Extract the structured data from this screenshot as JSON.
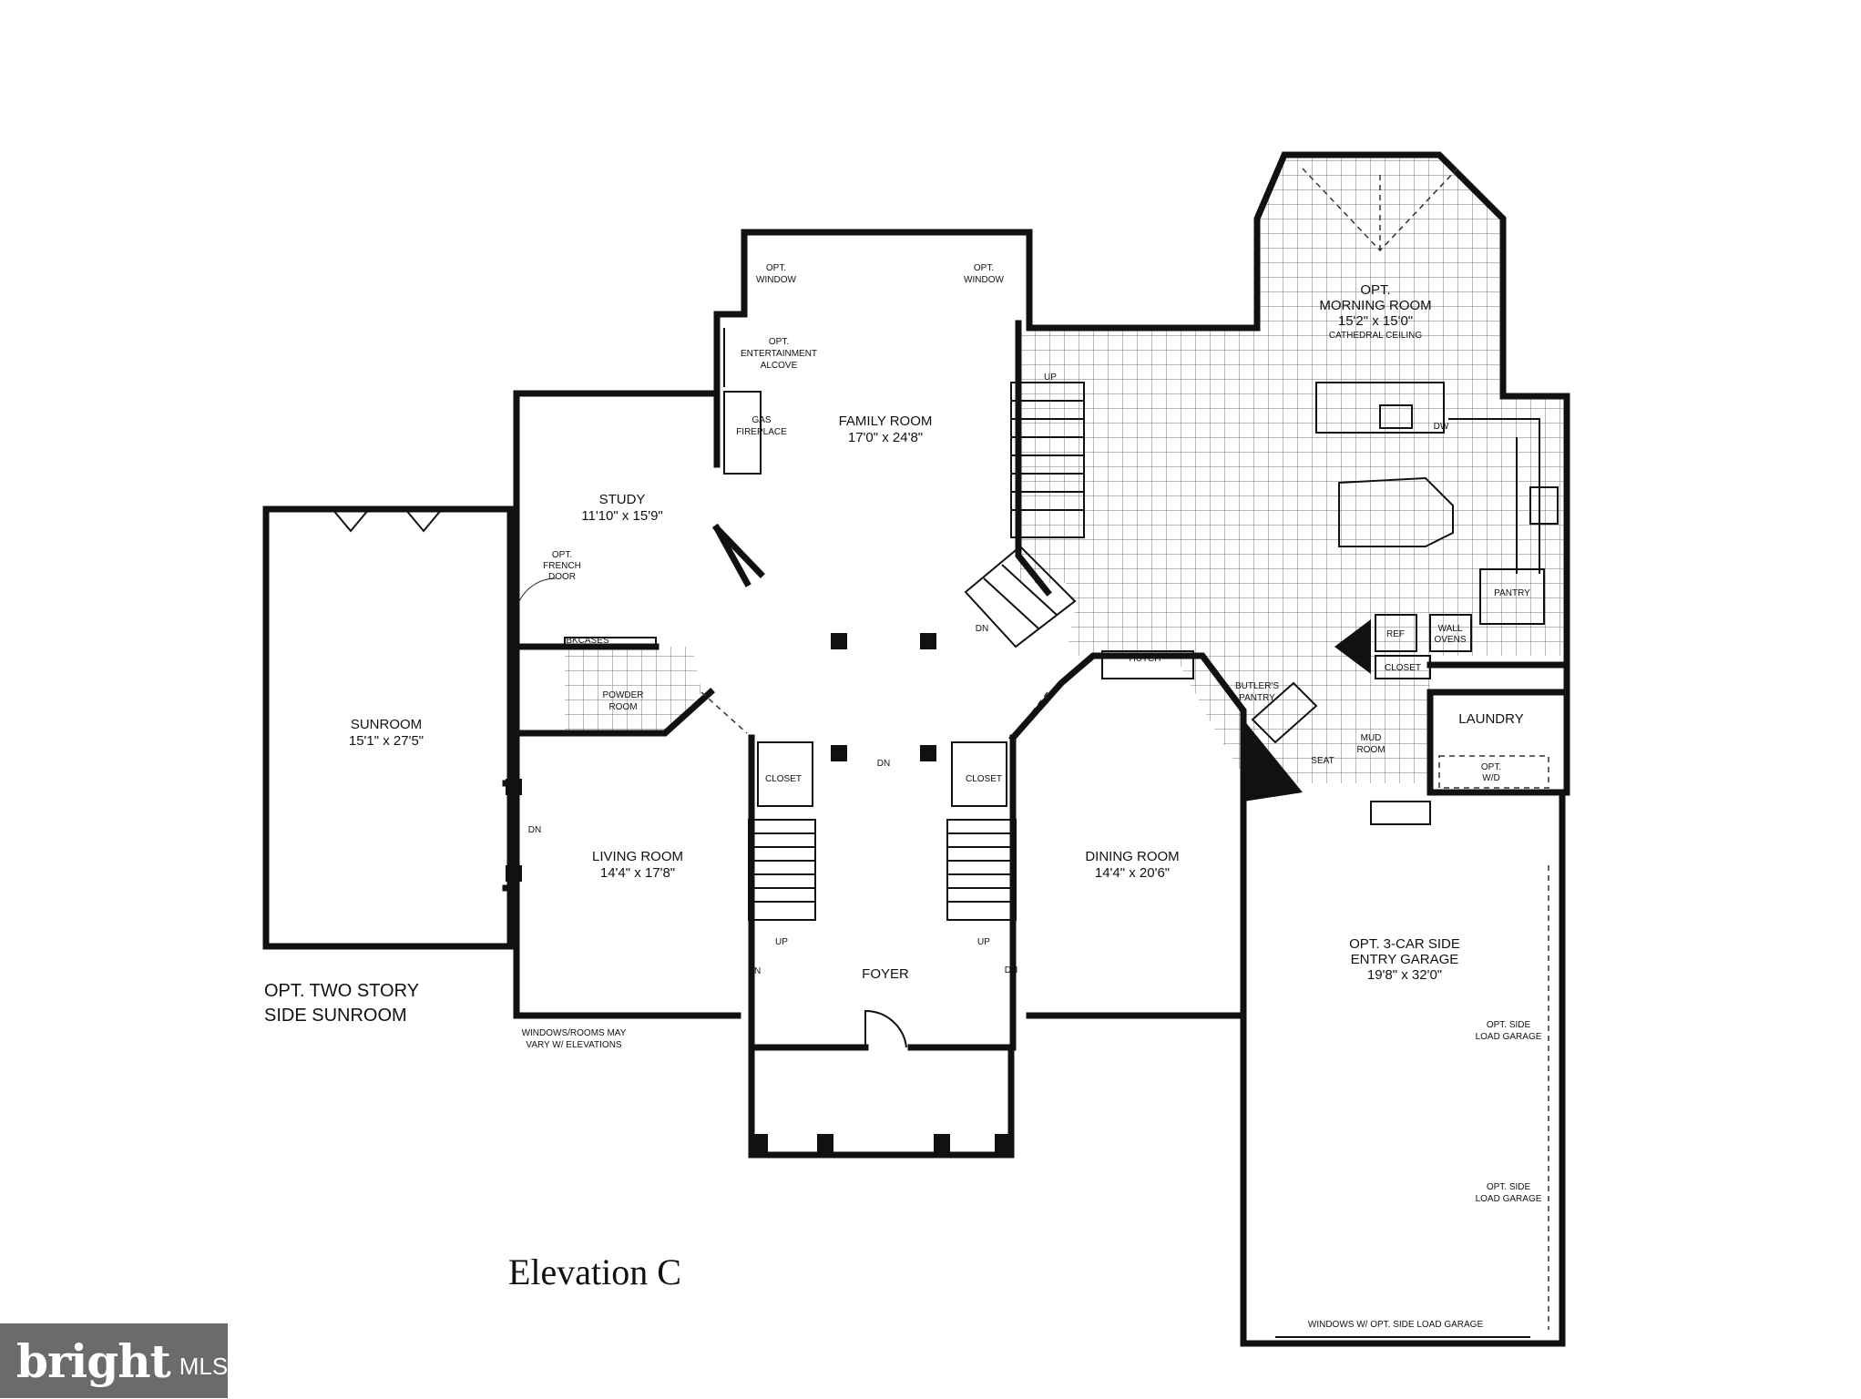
{
  "title": "Elevation C",
  "rooms": {
    "sunroom": {
      "name": "SUNROOM",
      "dim": "15'1\" x 27'5\""
    },
    "study": {
      "name": "STUDY",
      "dim": "11'10\" x 15'9\""
    },
    "family": {
      "name": "FAMILY ROOM",
      "dim": "17'0\" x 24'8\""
    },
    "morning": {
      "name1": "OPT.",
      "name2": "MORNING ROOM",
      "dim": "15'2\" x 15'0\"",
      "note": "CATHEDRAL CEILING"
    },
    "living": {
      "name": "LIVING ROOM",
      "dim": "14'4\" x 17'8\""
    },
    "dining": {
      "name": "DINING ROOM",
      "dim": "14'4\" x 20'6\""
    },
    "foyer": {
      "name": "FOYER"
    },
    "garage": {
      "name1": "OPT. 3-CAR SIDE",
      "name2": "ENTRY GARAGE",
      "dim": "19'8\" x 32'0\""
    },
    "laundry": {
      "name": "LAUNDRY"
    },
    "powder": {
      "name1": "POWDER",
      "name2": "ROOM"
    },
    "mud": {
      "name1": "MUD",
      "name2": "ROOM"
    }
  },
  "labels": {
    "opt_window": "OPT.",
    "window": "WINDOW",
    "opt": "OPT.",
    "entertainment": "ENTERTAINMENT",
    "alcove": "ALCOVE",
    "gas": "GAS",
    "fireplace": "FIREPLACE",
    "french": "FRENCH",
    "door": "DOOR",
    "bkcases": "BKCASES",
    "up": "UP",
    "dn": "DN",
    "closet": "CLOSET",
    "hutch": "HUTCH",
    "butlers": "BUTLER'S",
    "pantry": "PANTRY",
    "seat": "SEAT",
    "ref": "REF",
    "wall": "WALL",
    "ovens": "OVENS",
    "dw": "DW",
    "opt_wd1": "OPT.",
    "opt_wd2": "W/D",
    "opt_side": "OPT. SIDE",
    "load_garage": "LOAD GARAGE",
    "windows_rooms1": "WINDOWS/ROOMS MAY",
    "windows_rooms2": "VARY W/ ELEVATIONS",
    "windows_garage": "WINDOWS W/ OPT. SIDE LOAD GARAGE",
    "sunroom_note1": "OPT. TWO STORY",
    "sunroom_note2": "SIDE SUNROOM"
  },
  "logo": {
    "brand": "bright",
    "mls": "MLS"
  }
}
